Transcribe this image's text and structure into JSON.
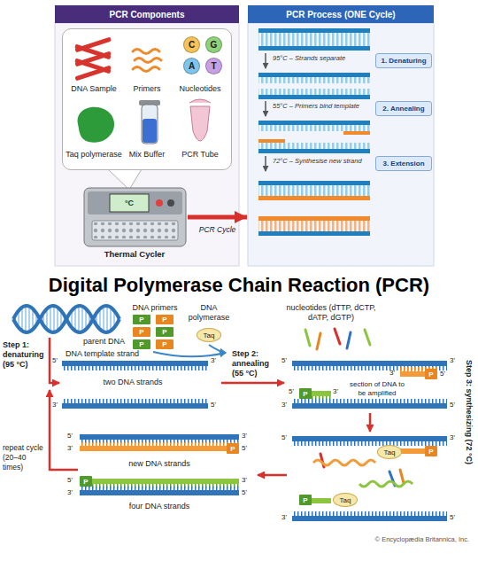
{
  "diagram": {
    "title": "Digital Polymerase Chain Reaction (PCR)",
    "nodes": [
      {
        "text": [
          "PCR Components"
        ]
      },
      {
        "text": [
          "DNA Sample",
          "Primers",
          "Nucleotides",
          "Taq polymerase",
          "Mix Buffer",
          "PCR Tube"
        ],
        "in": 0
      },
      {
        "text": [
          "C"
        ],
        "in": 1
      },
      {
        "text": [
          "G"
        ],
        "in": 1
      },
      {
        "text": [
          "A"
        ],
        "in": 1
      },
      {
        "text": [
          "T"
        ],
        "in": 1
      },
      {
        "text": [
          "°C",
          "Thermal Cycler"
        ],
        "in": 0
      },
      {
        "text": [
          "PCR Process (ONE Cycle)"
        ]
      },
      {
        "text": [
          "1. Denaturing"
        ],
        "in": 7
      },
      {
        "text": [
          "2. Annealing"
        ],
        "in": 7
      },
      {
        "text": [
          "3. Extension"
        ],
        "in": 7
      },
      {
        "text": [
          "Taq"
        ]
      },
      {
        "text": [
          "P"
        ]
      },
      {
        "text": [
          "P"
        ]
      },
      {
        "text": [
          "P"
        ]
      },
      {
        "text": [
          "P"
        ]
      },
      {
        "text": [
          "P"
        ]
      },
      {
        "text": [
          "P"
        ]
      },
      {
        "text": [
          "P"
        ]
      },
      {
        "text": [
          "P"
        ]
      },
      {
        "text": [
          "P"
        ]
      },
      {
        "text": [
          "Taq"
        ]
      },
      {
        "text": [
          "P"
        ]
      },
      {
        "text": [
          "Taq"
        ]
      },
      {
        "text": [
          "P"
        ]
      },
      {
        "text": [
          "P"
        ]
      }
    ],
    "edges": [
      {
        "from": 6,
        "to": 7,
        "label": "PCR Cycle",
        "arrow": "to"
      }
    ],
    "labels": [
      "95°C – Strands separate",
      "55°C – Primers bind template",
      "72°C – Synthesise new strand",
      "parent DNA",
      "Step 1: denaturing (95 °C)",
      "DNA template strand",
      "DNA primers",
      "DNA polymerase",
      "nucleotides (dTTP, dCTP, dATP, dGTP)",
      "Step 2: annealing (55 °C)",
      "two DNA strands",
      "5'",
      "3'",
      "3'",
      "5'",
      "5'",
      "3'",
      "3'",
      "5'",
      "section of DNA to be amplified",
      "5'",
      "3'",
      "3'",
      "5'",
      "Step 3: synthesizing (72 °C)",
      "5'",
      "3'",
      "3'",
      "5'",
      "repeat cycle (20–40 times)",
      "5'",
      "3'",
      "3'",
      "5'",
      "new DNA strands",
      "5'",
      "3'",
      "3'",
      "5'",
      "four DNA strands",
      "© Encyclopædia Britannica, Inc."
    ]
  }
}
